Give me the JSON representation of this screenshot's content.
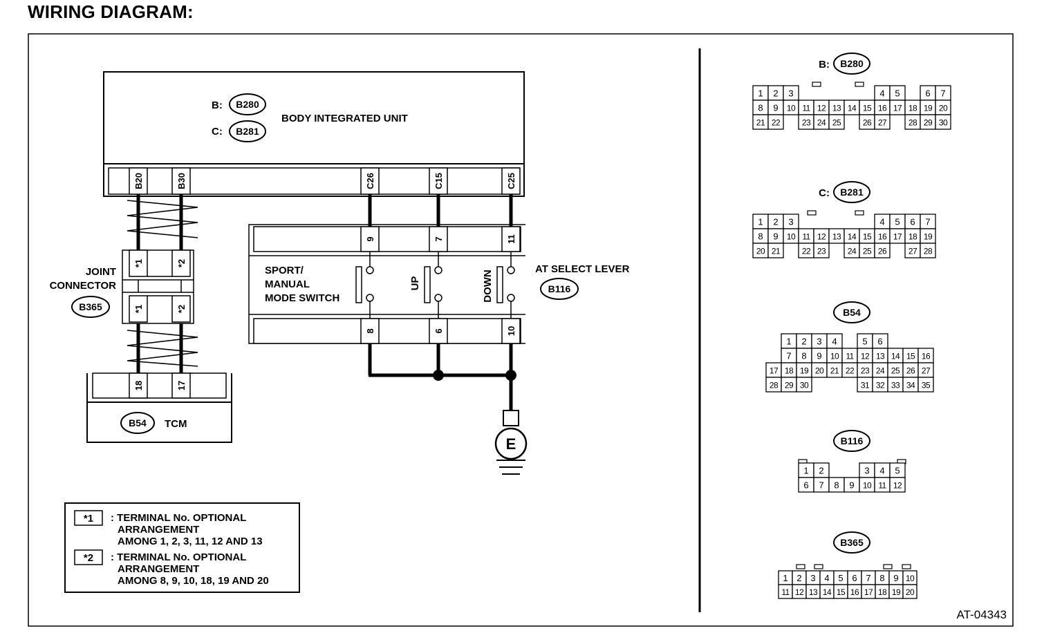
{
  "title": "WIRING DIAGRAM:",
  "doc_code": "AT-04343",
  "body_unit": {
    "label": "BODY INTEGRATED UNIT",
    "conn_b_prefix": "B:",
    "conn_b": "B280",
    "conn_c_prefix": "C:",
    "conn_c": "B281",
    "terminals": [
      "B20",
      "B30",
      "C26",
      "C15",
      "C25"
    ]
  },
  "joint_connector": {
    "label_line1": "JOINT",
    "label_line2": "CONNECTOR",
    "connector": "B365",
    "star1": "*1",
    "star2": "*2"
  },
  "tcm": {
    "label": "TCM",
    "connector": "B54",
    "pins": [
      "18",
      "17"
    ]
  },
  "select_lever": {
    "label": "AT SELECT LEVER",
    "connector": "B116",
    "top_pins": [
      "9",
      "7",
      "11"
    ],
    "bottom_pins": [
      "8",
      "6",
      "10"
    ],
    "switch_sport_line1": "SPORT/",
    "switch_sport_line2": "MANUAL",
    "switch_sport_line3": "MODE SWITCH",
    "switch_up": "UP",
    "switch_down": "DOWN"
  },
  "ground": {
    "symbol": "E"
  },
  "legend": {
    "note1_tag": "*1",
    "note1_line1": ": TERMINAL No. OPTIONAL",
    "note1_line2": "ARRANGEMENT",
    "note1_line3": "AMONG 1, 2, 3, 11, 12  AND 13",
    "note2_tag": "*2",
    "note2_line1": ": TERMINAL No. OPTIONAL",
    "note2_line2": "ARRANGEMENT",
    "note2_line3": "AMONG 8, 9, 10, 18, 19  AND 20"
  },
  "connector_views": [
    {
      "prefix": "B:",
      "name": "B280",
      "rows": [
        [
          "1",
          "2",
          "3",
          "",
          "",
          "",
          "",
          "",
          "4",
          "5",
          "",
          "6",
          "7"
        ],
        [
          "8",
          "9",
          "10",
          "11",
          "12",
          "13",
          "14",
          "15",
          "16",
          "17",
          "18",
          "19",
          "20"
        ],
        [
          "21",
          "22",
          "",
          "23",
          "24",
          "25",
          "",
          "26",
          "27",
          "",
          "28",
          "29",
          "30"
        ]
      ]
    },
    {
      "prefix": "C:",
      "name": "B281",
      "rows": [
        [
          "1",
          "2",
          "3",
          "",
          "",
          "",
          "",
          "",
          "4",
          "5",
          "6",
          "7"
        ],
        [
          "8",
          "9",
          "10",
          "11",
          "12",
          "13",
          "14",
          "15",
          "16",
          "17",
          "18",
          "19"
        ],
        [
          "20",
          "21",
          "",
          "22",
          "23",
          "",
          "24",
          "25",
          "26",
          "",
          "27",
          "28"
        ]
      ]
    },
    {
      "prefix": "",
      "name": "B54",
      "rows": [
        [
          "",
          "1",
          "2",
          "3",
          "4",
          "",
          "5",
          "6"
        ],
        [
          "",
          "7",
          "8",
          "9",
          "10",
          "11",
          "12",
          "13",
          "14",
          "15",
          "16"
        ],
        [
          "17",
          "18",
          "19",
          "20",
          "21",
          "22",
          "23",
          "24",
          "25",
          "26",
          "27"
        ],
        [
          "28",
          "29",
          "30",
          "",
          "",
          "",
          "31",
          "32",
          "33",
          "34",
          "35"
        ]
      ]
    },
    {
      "prefix": "",
      "name": "B116",
      "rows": [
        [
          "1",
          "2",
          "",
          "",
          "3",
          "4",
          "5"
        ],
        [
          "6",
          "7",
          "8",
          "9",
          "10",
          "11",
          "12"
        ]
      ]
    },
    {
      "prefix": "",
      "name": "B365",
      "rows": [
        [
          "1",
          "2",
          "3",
          "4",
          "5",
          "6",
          "7",
          "8",
          "9",
          "10"
        ],
        [
          "11",
          "12",
          "13",
          "14",
          "15",
          "16",
          "17",
          "18",
          "19",
          "20"
        ]
      ]
    }
  ]
}
